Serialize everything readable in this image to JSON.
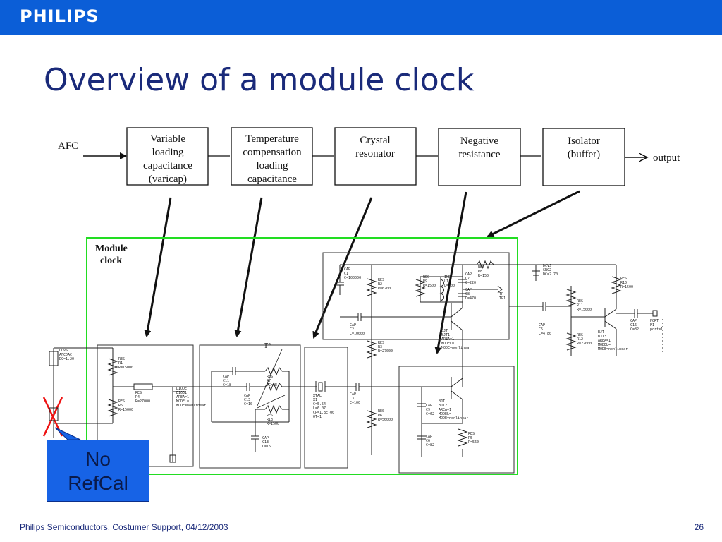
{
  "header": {
    "logo": "PHILIPS",
    "brand_color": "#0b5ed7"
  },
  "slide": {
    "title": "Overview of a module clock",
    "title_color": "#1a2a7a"
  },
  "diagram": {
    "input_label": "AFC",
    "output_label": "output",
    "blocks": [
      {
        "lines": [
          "Variable",
          "loading",
          "capacitance",
          "(varicap)"
        ]
      },
      {
        "lines": [
          "Temperature",
          "compensation",
          "loading",
          "capacitance"
        ]
      },
      {
        "lines": [
          "Crystal",
          "resonator"
        ]
      },
      {
        "lines": [
          "Negative",
          "resistance"
        ]
      },
      {
        "lines": [
          "Isolator",
          "(buffer)"
        ]
      }
    ],
    "module_label": [
      "Module",
      "clock"
    ],
    "module_border_color": "#22dd22",
    "schematic_labels": {
      "dcvs1": [
        "DCVS",
        "AFCDAC",
        "DC=1.20"
      ],
      "res1": [
        "RES",
        "R1",
        "R=15000"
      ],
      "res4": [
        "RES",
        "R4",
        "R=27000"
      ],
      "res5": [
        "RES",
        "R5",
        "R=15000"
      ],
      "diode": [
        "DIODE",
        "D1001",
        "AREA=1",
        "MODEL=",
        "MODE=nonlinear"
      ],
      "cap11": [
        "CAP",
        "C11",
        "C=18"
      ],
      "cap10": [
        "CAP",
        "C13",
        "C=10"
      ],
      "res7": [
        "RES",
        "R7",
        "TC=9E"
      ],
      "res13": [
        "RES",
        "R13",
        "R=1500"
      ],
      "cap13": [
        "CAP",
        "C13",
        "C=15"
      ],
      "temp_mark": "T°",
      "xtal": [
        "XTAL",
        "X1",
        "C=5.54",
        "L=6.07",
        "CP=1.8E-00",
        "OT=1"
      ],
      "cap3": [
        "CAP",
        "C3",
        "C=100"
      ],
      "cap1": [
        "CAP",
        "C1",
        "C=100000"
      ],
      "res2": [
        "RES",
        "R2",
        "R=6200"
      ],
      "cap2": [
        "CAP",
        "C2",
        "C=10000"
      ],
      "res3": [
        "RES",
        "R3",
        "R=27000"
      ],
      "res6": [
        "RES",
        "R6",
        "R=56000"
      ],
      "res9": [
        "RES",
        "R9",
        "R=1500"
      ],
      "ind1": [
        "IND",
        "L1",
        "L=200"
      ],
      "cap7": [
        "CAP",
        "C7",
        "C=220"
      ],
      "cap8": [
        "CAP",
        "C8",
        "C=470"
      ],
      "res8": [
        "RES",
        "R8",
        "R=150"
      ],
      "tp1": [
        "TP",
        "TP1"
      ],
      "bjt1": [
        "BJT",
        "BJT1",
        "AREA=1",
        "MODEL=",
        "MODE=nonlinear"
      ],
      "bjt2": [
        "BJT",
        "BJT2",
        "AREA=1",
        "MODEL=",
        "MODE=nonlinear"
      ],
      "cap9": [
        "CAP",
        "C9",
        "C=62"
      ],
      "cap6": [
        "CAP",
        "C6",
        "C=82"
      ],
      "res10": [
        "RES",
        "R5",
        "R=560"
      ],
      "dcvs2": [
        "DCVS",
        "SRC2",
        "DC=2.70"
      ],
      "res11": [
        "RES",
        "R11",
        "R=15000"
      ],
      "res12": [
        "RES",
        "R12",
        "R=22000"
      ],
      "res14": [
        "RES",
        "R10",
        "R=1500"
      ],
      "cap5": [
        "CAP",
        "C5",
        "C=4.80"
      ],
      "bjt3": [
        "BJT",
        "BJT3",
        "AREA=1",
        "MODEL=",
        "MODE=nonlinear"
      ],
      "cap16": [
        "CAP",
        "C16",
        "C=82"
      ],
      "port": [
        "PORT",
        "P1",
        "port=1"
      ]
    }
  },
  "callout": {
    "lines": [
      "No",
      "RefCal"
    ],
    "color": "#1763e6"
  },
  "footer": {
    "text": "Philips Semiconductors, Costumer Support, 04/12/2003",
    "page": "26"
  }
}
